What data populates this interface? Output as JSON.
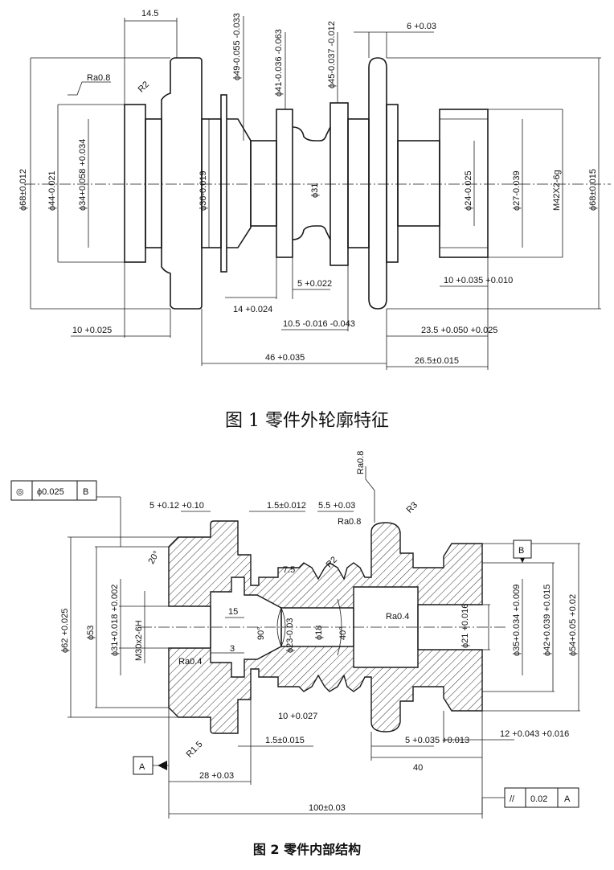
{
  "fig1": {
    "caption": "图 1  零件外轮廓特征",
    "dims": {
      "d_145": "14.5",
      "d_r2": "R2",
      "d_ra08": "Ra0.8",
      "d_phi68_l": "ϕ68±0.012",
      "d_phi44": "ϕ44-0.021",
      "d_phi34": "ϕ34+0.058 +0.034",
      "d_phi36": "ϕ36-0.019",
      "d_phi49": "ϕ49-0.055 -0.033",
      "d_phi41": "ϕ41-0.036 -0.063",
      "d_phi31": "ϕ31",
      "d_phi45": "ϕ45-0.037 -0.012",
      "d_6": "6 +0.03",
      "d_phi24": "ϕ24-0.025",
      "d_phi27": "ϕ27-0.039",
      "d_m42": "M42X2-6g",
      "d_phi68_r": "ϕ68±0.015",
      "d_10a": "10 +0.025",
      "d_14": "14 +0.024",
      "d_5": "5 +0.022",
      "d_105": "10.5 -0.016 -0.043",
      "d_10b": "10 +0.035 +0.010",
      "d_235": "23.5 +0.050 +0.025",
      "d_46": "46 +0.035",
      "d_265": "26.5±0.015"
    }
  },
  "fig2": {
    "caption": "图 2  零件内部结构",
    "coax_frame": {
      "symbol": "◎",
      "tol": "ϕ0.025",
      "datum": "B"
    },
    "par_frame": {
      "symbol": "//",
      "tol": "0.02",
      "datum": "A"
    },
    "datum_a": "A",
    "datum_b": "B",
    "dims": {
      "d_5a": "5 +0.12 +0.10",
      "d_15a": "1.5±0.012",
      "d_55": "5.5 +0.03",
      "d_ra08a": "Ra0.8",
      "d_ra08b": "Ra0.8",
      "d_r3": "R3",
      "d_r2": "R2",
      "d_20": "20°",
      "d_75": "7.5",
      "d_phi62": "ϕ62 +0.025",
      "d_53": "ϕ53",
      "d_phi31": "ϕ31+0.018 +0.002",
      "d_m30": "M30x2-6H",
      "d_15": "15",
      "d_90": "90°",
      "d_phi23": "ϕ23-0.03",
      "d_phi18": "ϕ18",
      "d_40": "40°",
      "d_ra04a": "Ra0.4",
      "d_ra04b": "Ra0.4",
      "d_3": "3",
      "d_phi21": "ϕ21 +0.016",
      "d_phi35": "ϕ35+0.034 +0.009",
      "d_phi42": "ϕ42+0.039 +0.015",
      "d_phi54": "ϕ54+0.05 +0.02",
      "d_10": "10 +0.027",
      "d_r15": "R1.5",
      "d_15b": "1.5±0.015",
      "d_5b": "5 +0.035 +0.013",
      "d_12": "12 +0.043 +0.016",
      "d_28": "28 +0.03",
      "d_40len": "40",
      "d_100": "100±0.03"
    }
  }
}
